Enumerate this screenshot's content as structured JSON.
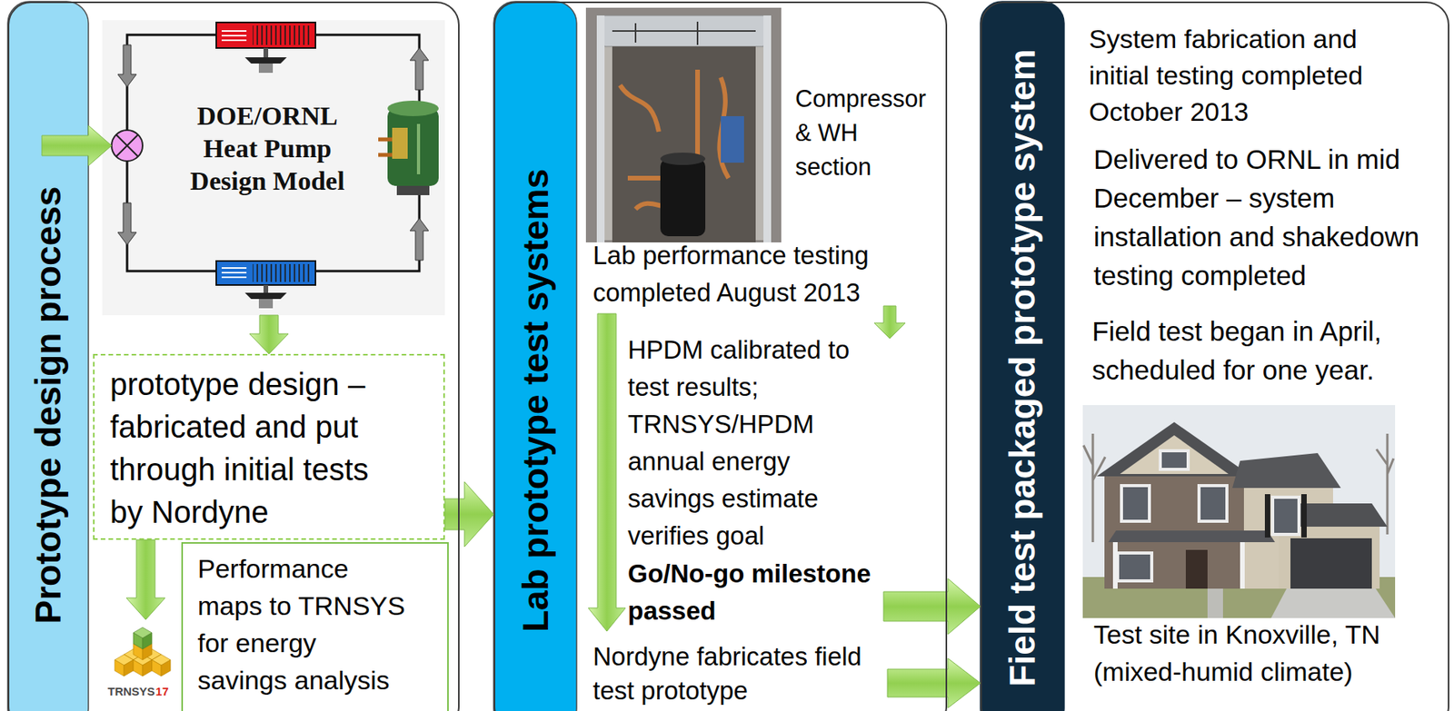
{
  "diagram": {
    "nodes": [
      {
        "text": [
          "Prototype design process"
        ]
      },
      {
        "text": [
          "DOE/ORNL Heat Pump Design Model"
        ],
        "in": 0
      },
      {
        "text": [
          "prototype design – fabricated and put through initial tests by Nordyne"
        ],
        "in": 0
      },
      {
        "text": [
          "Performance maps to TRNSYS for energy savings analysis"
        ],
        "in": 0
      },
      {
        "text": [
          "Lab prototype test systems",
          "Compressor & WH section",
          "Lab performance testing completed August 2013",
          "HPDM calibrated to test results; TRNSYS/HPDM annual energy savings estimate verifies goal"
        ]
      },
      {
        "text": [
          "Go/No-go milestone passed"
        ],
        "in": 4
      },
      {
        "text": [
          "Nordyne fabricates field test prototype"
        ],
        "in": 4
      },
      {
        "text": [
          "Field test packaged prototype system",
          "System fabrication and initial testing completed October 2013",
          "Delivered to ORNL in mid December – system installation and shakedown testing completed",
          "Field test began in April, scheduled for one year.",
          "Test site in Knoxville, TN (mixed-humid climate)"
        ]
      }
    ],
    "edges": [
      {
        "from": 1,
        "to": 2,
        "arrow": "to"
      },
      {
        "from": 2,
        "to": 4,
        "arrow": "to"
      },
      {
        "from": 5,
        "to": 7,
        "arrow": "to"
      },
      {
        "from": 6,
        "to": 7,
        "arrow": "to"
      }
    ],
    "labels": [
      "TRNSYS",
      "17"
    ]
  }
}
